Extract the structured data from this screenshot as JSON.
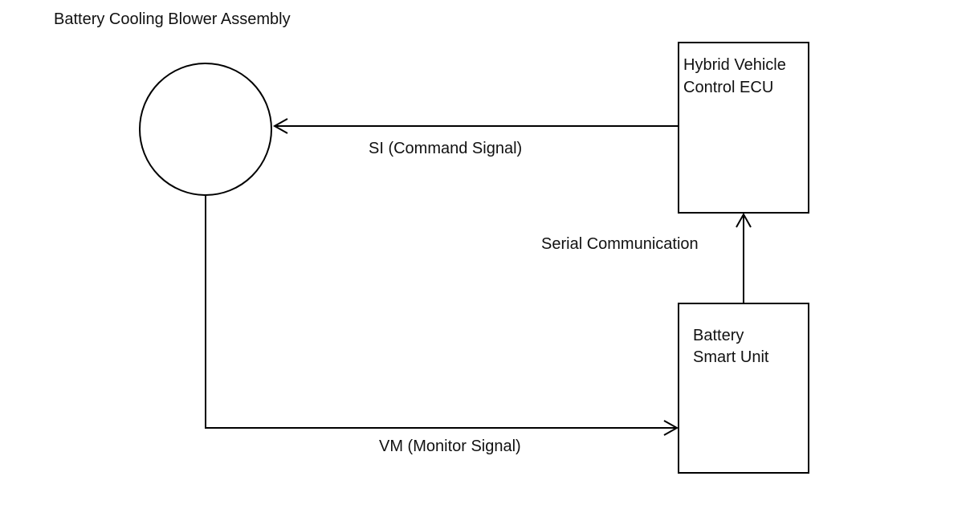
{
  "blower": {
    "title": "Battery Cooling Blower Assembly"
  },
  "ecu": {
    "line1": "Hybrid Vehicle",
    "line2": "Control ECU"
  },
  "smart_unit": {
    "line1": "Battery",
    "line2": "Smart Unit"
  },
  "signals": {
    "command": "SI (Command Signal)",
    "serial": "Serial Communication",
    "monitor": "VM (Monitor Signal)"
  },
  "colors": {
    "line": "#000000",
    "background": "#ffffff",
    "text": "#111111"
  }
}
